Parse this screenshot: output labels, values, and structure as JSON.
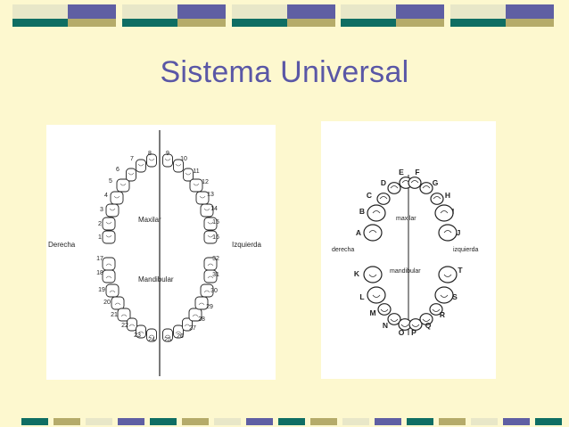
{
  "slide": {
    "title": "Sistema Universal"
  },
  "left_diagram": {
    "upper_label": "Maxilar",
    "lower_label": "Mandibular",
    "left_side_label": "Derecha",
    "right_side_label": "Izquierda",
    "upper_teeth": [
      "1",
      "2",
      "3",
      "4",
      "5",
      "6",
      "7",
      "8",
      "9",
      "10",
      "11",
      "12",
      "13",
      "14",
      "15",
      "16"
    ],
    "lower_teeth": [
      "17",
      "18",
      "19",
      "20",
      "21",
      "22",
      "23",
      "24",
      "25",
      "26",
      "27",
      "28",
      "29",
      "30",
      "31",
      "32"
    ]
  },
  "right_diagram": {
    "upper_label": "maxilar",
    "lower_label": "mandibular",
    "left_side_label": "derecha",
    "right_side_label": "izquierda",
    "upper_teeth": [
      "A",
      "B",
      "C",
      "D",
      "E",
      "F",
      "G",
      "H",
      "I",
      "J"
    ],
    "lower_teeth": [
      "K",
      "L",
      "M",
      "N",
      "O",
      "P",
      "Q",
      "R",
      "S",
      "T"
    ]
  },
  "colors": {
    "background": "#fdf8cf",
    "title": "#5a57a6",
    "band_blue": "#5f5fa3",
    "band_teal": "#0f6e63",
    "band_olive": "#b5ab6a",
    "band_light": "#e8e7c8"
  }
}
